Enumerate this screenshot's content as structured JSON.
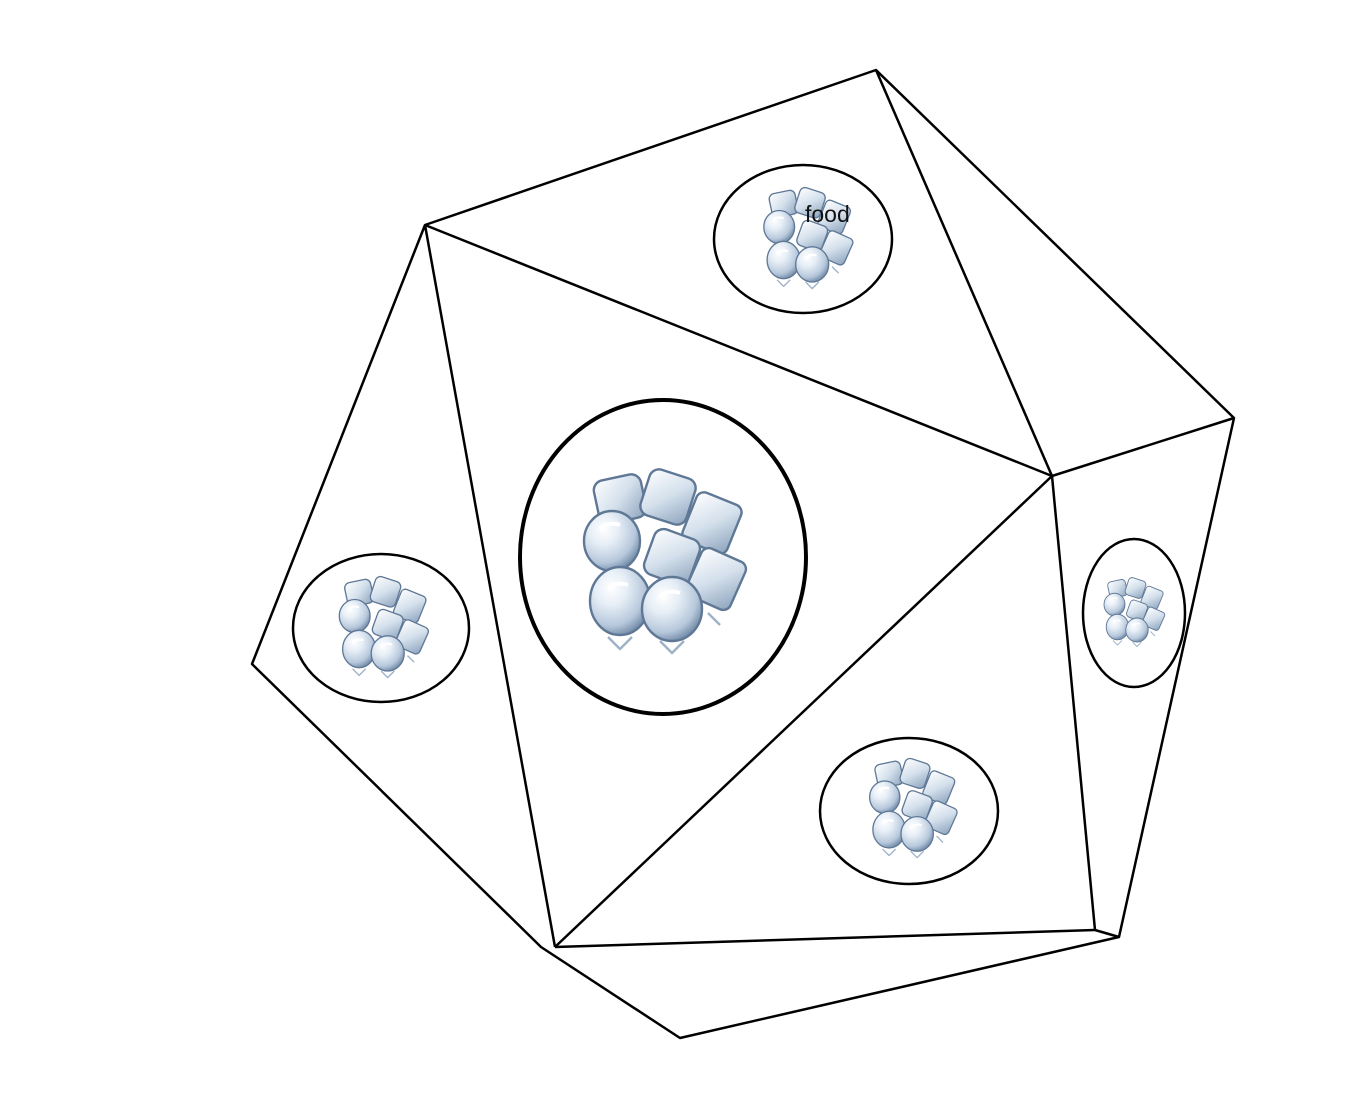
{
  "diagram": {
    "nodes": [
      {
        "id": "center",
        "icon": "ice-cubes-icon",
        "label": ""
      },
      {
        "id": "top",
        "icon": "ice-cubes-icon",
        "label": "food"
      },
      {
        "id": "left",
        "icon": "ice-cubes-icon",
        "label": ""
      },
      {
        "id": "right",
        "icon": "ice-cubes-icon",
        "label": ""
      },
      {
        "id": "bottom-right",
        "icon": "ice-cubes-icon",
        "label": ""
      }
    ],
    "colors": {
      "stroke": "#000000",
      "background": "#ffffff",
      "ice_light": "#e6eef6",
      "ice_mid": "#b7c8dc",
      "ice_dark": "#5f7896"
    }
  }
}
